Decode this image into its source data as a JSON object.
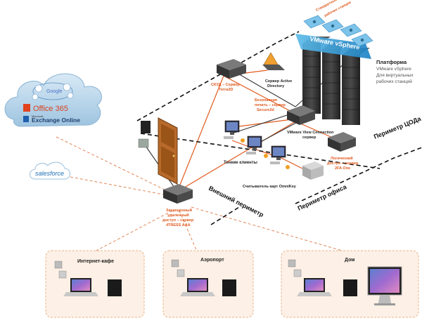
{
  "cloud": {
    "google": "Google",
    "office365": "Office 365",
    "microsoft": "Microsoft",
    "exchange": "Exchange Online"
  },
  "salesforce": "salesforce",
  "vsphere": {
    "top_caption": [
      "Стандартные виртуальные",
      "рабочие станции"
    ],
    "bar_label": "VMware vSphere",
    "platform_title": "Платформа",
    "platform_lines": [
      "VMware vSphere",
      "Для виртуальных",
      "рабочих станций"
    ]
  },
  "servers": {
    "skud": [
      "СКУД – Сервер",
      "Terra2D"
    ],
    "ad": [
      "Сервер Active",
      "Directory"
    ],
    "print": [
      "Безопасная",
      "печать – сервер",
      "Secure2d"
    ],
    "view": [
      "VMware View Connection",
      "сервер"
    ],
    "logic": [
      "Логический",
      "доступ – сервер",
      "2FA One"
    ],
    "aaa": [
      "Защищенный",
      "удаленный",
      "доступ – сервер",
      "4TRESS AAA"
    ]
  },
  "clients": {
    "thin": "Тонкие клиенты",
    "reader": "Считыватель карт OmniKey"
  },
  "perimeters": {
    "cod": "Периметр ЦОДа",
    "office": "Периметр офиса",
    "external": "Внешний периметр"
  },
  "locations": [
    {
      "name": "Интернет-кафе"
    },
    {
      "name": "Аэропорт"
    },
    {
      "name": "Дом"
    }
  ],
  "colors": {
    "accent": "#e05a1e",
    "cloud": "#b9d6ea",
    "vsphere": "#3aa0d8",
    "box_fill": "#fdf0e6",
    "box_stroke": "#e8b58a"
  }
}
